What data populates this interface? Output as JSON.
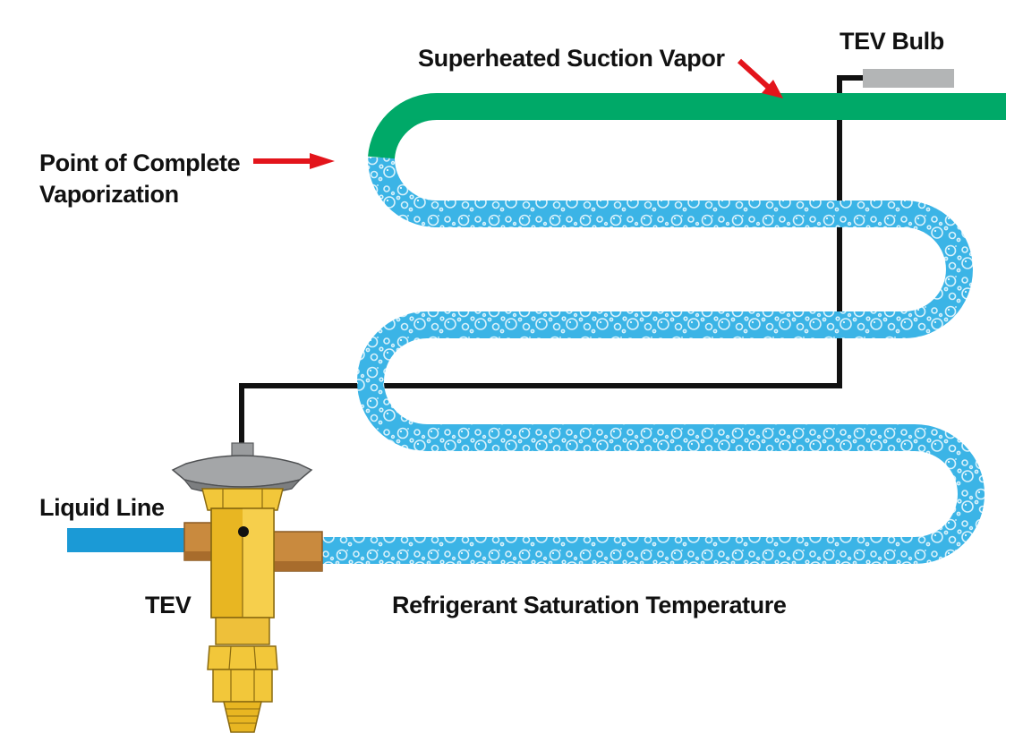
{
  "labels": {
    "tev_bulb": "TEV Bulb",
    "superheated": "Superheated Suction Vapor",
    "point_line1": "Point of Complete",
    "point_line2": "Vaporization",
    "liquid_line": "Liquid Line",
    "tev": "TEV",
    "saturation": "Refrigerant Saturation Temperature"
  },
  "colors": {
    "vapor_green": "#00a968",
    "liquid_blue": "#3bb4e6",
    "liquid_line_blue": "#1b9ad6",
    "arrow_red": "#e3141b",
    "capillary": "#111111",
    "bulb_gray": "#b3b5b6",
    "valve_brass": "#e8b622",
    "fitting_copper": "#c98a3e"
  },
  "icons": {
    "arrow": "red-arrow-icon",
    "bulb": "tev-bulb-icon",
    "valve": "tev-valve-icon"
  }
}
